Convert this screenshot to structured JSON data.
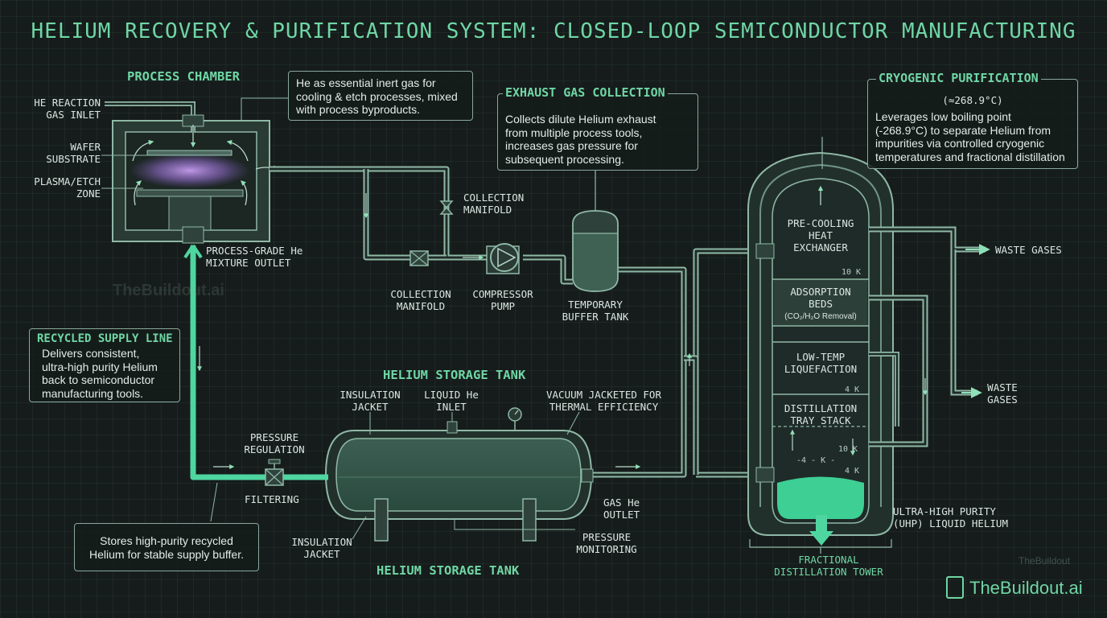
{
  "title": "HELIUM RECOVERY & PURIFICATION SYSTEM: CLOSED-LOOP SEMICONDUCTOR MANUFACTURING",
  "process_chamber": {
    "heading": "PROCESS CHAMBER",
    "note": "He as essential inert gas for\ncooling & etch processes, mixed\nwith process byproducts.",
    "inlet_label": "HE REACTION\nGAS INLET",
    "wafer_label": "WAFER\nSUBSTRATE",
    "plasma_label": "PLASMA/ETCH\nZONE",
    "outlet_label": "PROCESS-GRADE He\nMIXTURE OUTLET"
  },
  "exhaust": {
    "heading": "EXHAUST GAS COLLECTION",
    "text": "Collects dilute Helium exhaust\nfrom multiple process tools,\nincreases gas pressure for\nsubsequent processing.",
    "manifold_top": "COLLECTION\nMANIFOLD",
    "manifold_bottom": "COLLECTION\nMANIFOLD",
    "compressor": "COMPRESSOR\nPUMP",
    "buffer_tank": "TEMPORARY\nBUFFER TANK"
  },
  "cryogenic": {
    "heading": "CRYOGENIC PURIFICATION",
    "temp": "(≈268.9°C)",
    "text": "Leverages low boiling point\n(-268.9°C) to separate Helium from\nimpurities via controlled cryogenic\ntemperatures and fractional distillation",
    "stages": [
      {
        "label": "PRE-COOLING\nHEAT\nEXCHANGER",
        "temp": "10 K"
      },
      {
        "label": "ADSORPTION\nBEDS",
        "sub": "(CO₂/H₂O Removal)",
        "temp": ""
      },
      {
        "label": "LOW-TEMP\nLIQUEFACTION",
        "temp": "4 K"
      },
      {
        "label": "DISTILLATION\nTRAY STACK",
        "temp": "10 K"
      }
    ],
    "inner_marker": "-4 - K -",
    "bottom_temp": "4 K",
    "waste_top": "WASTE GASES",
    "waste_bottom": "WASTE\nGASES",
    "uhp_label": "ULTRA-HIGH PURITY\n(UHP) LIQUID HELIUM",
    "tower_label": "FRACTIONAL\nDISTILLATION TOWER"
  },
  "storage": {
    "heading_top": "HELIUM STORAGE TANK",
    "heading_bottom": "HELIUM STORAGE TANK",
    "insulation_top": "INSULATION\nJACKET",
    "liquid_inlet": "LIQUID He\nINLET",
    "vacuum": "VACUUM JACKETED FOR\nTHERMAL EFFICIENCY",
    "insulation_bottom": "INSULATION\nJACKET",
    "pressure_monitoring": "PRESSURE\nMONITORING",
    "gas_outlet": "GAS He\nOUTLET",
    "pressure_regulation": "PRESSURE\nREGULATION",
    "filtering": "FILTERING",
    "note": "Stores high-purity recycled\nHelium for stable supply buffer."
  },
  "recycled": {
    "heading": "RECYCLED SUPPLY LINE",
    "text": "Delivers consistent,\nultra-high purity Helium\nback to semiconductor\nmanufacturing tools."
  },
  "watermarks": {
    "left": "TheBuildout.ai",
    "right_small": "TheBuildout",
    "brand": "TheBuildout.ai"
  },
  "colors": {
    "accent": "#6fd6a5",
    "pipe": "#8fe0b8",
    "background": "#161c1b",
    "panel": "#1d2a27",
    "liquid": "#3ecf95"
  }
}
